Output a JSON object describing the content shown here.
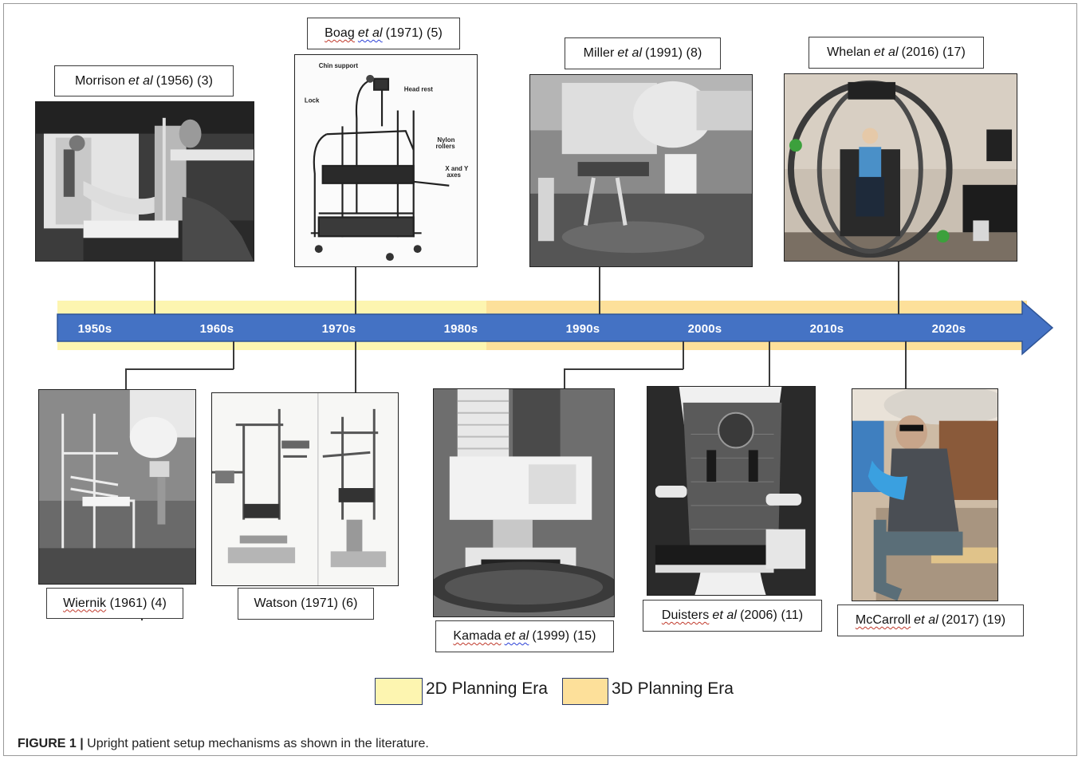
{
  "timeline": {
    "decades": [
      "1950s",
      "1960s",
      "1970s",
      "1980s",
      "1990s",
      "2000s",
      "2010s",
      "2020s"
    ]
  },
  "entries": {
    "morrison": {
      "author": "Morrison",
      "et_al": "et al",
      "rest": "(1956) (3)"
    },
    "boag": {
      "author": "Boag",
      "et_al": "et al",
      "rest": "(1971) (5)"
    },
    "miller": {
      "author": "Miller",
      "et_al": "et al",
      "rest": "(1991) (8)"
    },
    "whelan": {
      "author": "Whelan",
      "et_al": "et al",
      "rest": "(2016) (17)"
    },
    "wiernik": {
      "author": "Wiernik",
      "rest": "(1961) (4)"
    },
    "watson": {
      "author": "Watson",
      "rest": "(1971) (6)"
    },
    "kamada": {
      "author": "Kamada",
      "et_al": "et al",
      "rest": "(1999) (15)"
    },
    "duisters": {
      "author": "Duisters",
      "et_al": "et al",
      "rest": "(2006) (11)"
    },
    "mccarroll": {
      "author": "McCarroll",
      "et_al": "et al",
      "rest": "(2017) (19)"
    }
  },
  "boag_diagram_labels": {
    "chin_support": "Chin support",
    "head_rest": "Head rest",
    "lock": "Lock",
    "nylon_rollers_1": "Nylon",
    "nylon_rollers_2": "rollers",
    "xy_axes_1": "X and Y",
    "xy_axes_2": "axes"
  },
  "legend": {
    "era_2d": "2D Planning Era",
    "era_3d": "3D Planning Era",
    "color_2d": "#fdf5b0",
    "color_3d": "#fde09a"
  },
  "colors": {
    "arrow_blue": "#4472c4",
    "band_2d": "#fdf5b0",
    "band_3d": "#fde09a"
  },
  "caption": {
    "label": "FIGURE 1 |",
    "text": "Upright patient setup mechanisms as shown in the literature."
  }
}
